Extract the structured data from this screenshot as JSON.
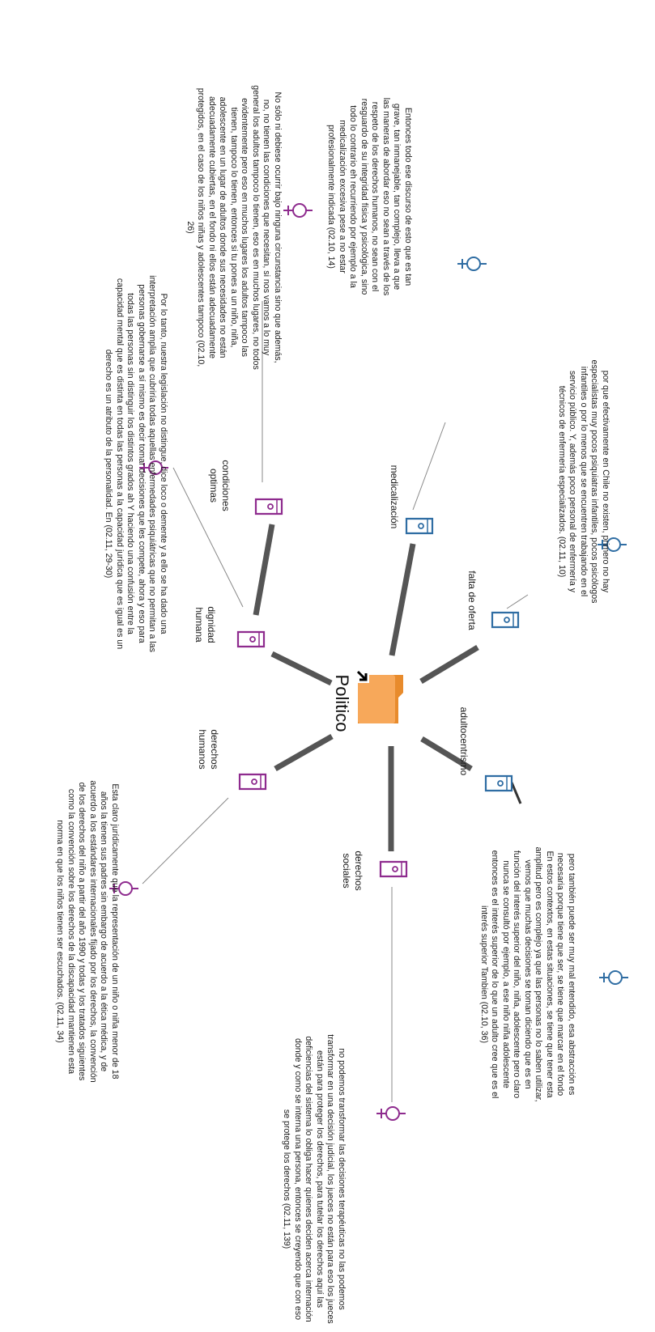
{
  "center": {
    "label": "Politico"
  },
  "colors": {
    "blue": "#2f6da3",
    "purple": "#8e2b8e",
    "line": "#555555",
    "thin": "#888888",
    "folder": "#f7a85a",
    "folder_dark": "#e88b2c"
  },
  "nodes": [
    {
      "id": "medicalizacion",
      "label": "medicalización",
      "color": "blue"
    },
    {
      "id": "falta-de-oferta",
      "label": "falta de oferta",
      "color": "blue"
    },
    {
      "id": "adultocentrismo",
      "label": "adultocentrismo",
      "color": "blue"
    },
    {
      "id": "derechos-sociales",
      "label": "derechos sociales",
      "color": "purple"
    },
    {
      "id": "derechos-humanos",
      "label": "derechos humanos",
      "color": "purple"
    },
    {
      "id": "dignidad-humana",
      "label": "dignidad humana",
      "color": "purple"
    },
    {
      "id": "condiciones-optimas",
      "label": "condiciones optimas",
      "color": "purple"
    }
  ],
  "quotes": [
    {
      "id": "q-medicalizacion",
      "color": "blue",
      "text": "Entonces todo ese discurso de esto que es tan grave, tan inmanejable, tan complejo, lleva a que las maneras de abordar eso no sean a través de los respeto de los derechos humanos, no sean con el resguardo de su integridad física y psicológica, sino todo lo contrario eh recurriendo por ejemplo a la medicalización excesiva pese a no estar profesionalmente indicada (02.10, 14)"
    },
    {
      "id": "q-falta-de-oferta",
      "color": "blue",
      "text": "por que efectivamente en Chile no existen, primero no hay especialistas muy pocos psiquiatras infantiles, pocos psicólogos infantiles o por lo menos que se encuentren trabajando en el servicio público. Y, además poco personal de enfermería y técnicos de enfermería especializados. (02.11, 10)"
    },
    {
      "id": "q-adultocentrismo",
      "color": "blue",
      "text": "pero también puede ser muy mal entendido, esa abstracción es necesaria porque tiene que ser, se tiene que marcar en el fondo En estos contextos, en estas situaciones, se tiene que tener esta amplitud pero es complejo ya que las personas no lo saben utilizar, vemos que muchas decisiones se toman diciendo que es en función del interés superior del niño, niña, adolescente pero claro nunca se consultó por ejemplo, a ese niño niña adolescente entonces es el interés superior de lo que un adulto cree que es el interés superior Tambien (02.10, 36)"
    },
    {
      "id": "q-derechos-sociales",
      "color": "purple",
      "text": "no podemos transformar las decisiones terapéuticas no las podemos transformar en una decisión judicial, los jueces no están para eso los jueces están para proteger los derechos, para tutelar los derechos aquí las deficiencias del sistema lo obliga hacer quienes deciden acerca internación donde y como se interna una persona, entonces se creyendo que con eso se protege los derechos (02.11, 139)"
    },
    {
      "id": "q-derechos-humanos",
      "color": "purple",
      "text": "Esta claro jurídicamente que la representación de un niño o niña menor de 18 años la tienen sus padres sin embargo de acuerdo a la ética médica, y de acuerdo a los estándares internacionales fijado por los derechos, la convención de los derechos del niño a partir del año 1990 y todas y los tratados siguientes como la convención sobre los derechos de la discapacidad mantienen esta norma en que los niños tienen ser escuchados. (02.11, 34)"
    },
    {
      "id": "q-dignidad-humana",
      "color": "purple",
      "text": "Por lo tanto, nuestra legislación no distingue, dice loco o demente y a ello se ha dado una interpretación amplia que cubriría todas aquellas enfermedades psiquiátricas que no permitan a las personas gobernarse a sí mismo es decir tomar decisiones que les compete, ahora y eso para todas las personas sin distinguir los distintos grados ah Y haciendo una confusión entre la capacidad mental que es distinta en todas las personas a la capacidad jurídica que es igual es un derecho es un atributo de la personalidad. En (02.11, 29-30)"
    },
    {
      "id": "q-condiciones-optimas",
      "color": "purple",
      "text": "No sólo ni debiese ocurrir bajo ninguna circunstancia sino que además, no, no tienen las condiciones que necesitan, si nos vamos a lo muy general los adultos tampoco lo tienen, eso es en muchos lugares, no todos evidentemente pero eso en muchos lugares los adultos tampoco las tienen, tampoco lo tienen, entonces si tu pones a un niño, niña, adolescente en un lugar de adultos donde sus necesidades no están adecuadamente cubiertas, en el fondo ni ellos están adecuadamente protegidos, en el caso de los niños niñas y adolescentes tampoco (02.10, 26)"
    }
  ]
}
